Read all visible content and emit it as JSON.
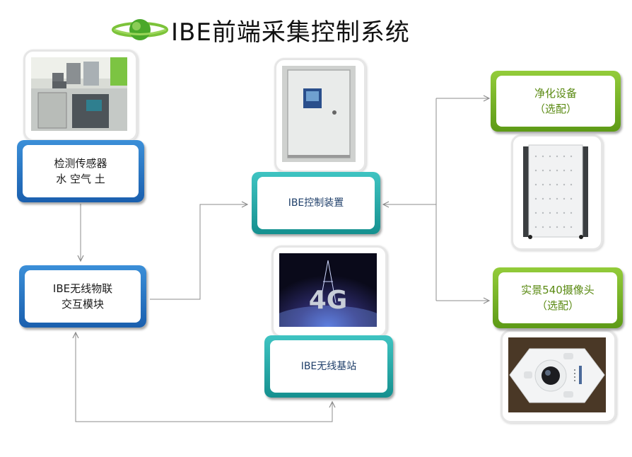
{
  "title": "IBE前端采集控制系统",
  "nodes": {
    "sensor": {
      "line1": "检测传感器",
      "line2": "水 空气 土"
    },
    "wireless_module": {
      "line1": "IBE无线物联",
      "line2": "交互模块"
    },
    "control_device": {
      "line1": "IBE控制装置"
    },
    "base_station": {
      "line1": "IBE无线基站"
    },
    "purifier": {
      "line1": "净化设备",
      "line2": "（选配）"
    },
    "camera": {
      "line1": "实景540摄像头",
      "line2": "（选配）"
    }
  },
  "photos": {
    "sensor_photo": "sensor-cabinet-photo",
    "control_photo": "control-cabinet-photo",
    "fourg_photo": {
      "icon": "4g-tower-image",
      "text": "4G"
    },
    "purifier_photo": "air-purifier-photo",
    "camera_photo": "fisheye-camera-photo"
  },
  "colors": {
    "blue": "#2a78c8",
    "teal": "#22a8a6",
    "green": "#78b428",
    "arrow": "#8c8c8c"
  }
}
